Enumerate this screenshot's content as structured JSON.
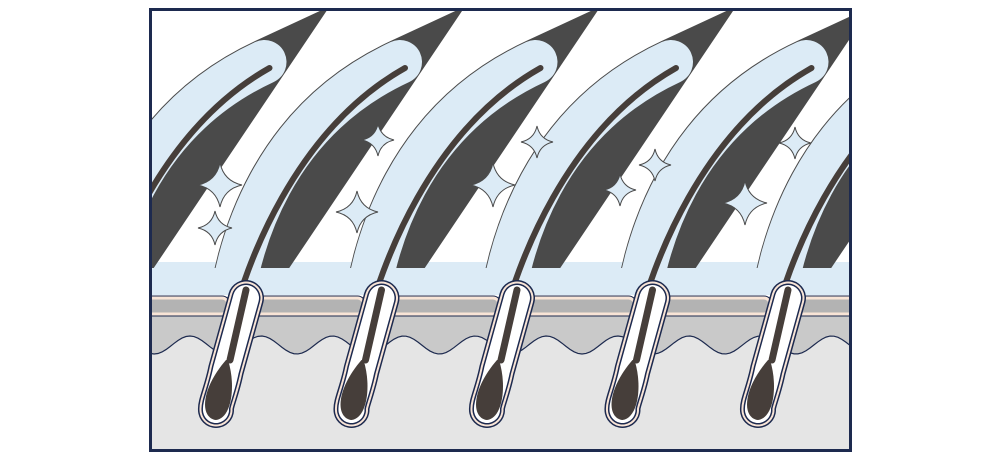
{
  "illustration": {
    "subject": "hair-follicles-cross-section",
    "follicle_count": 5,
    "sparkle_count": 10
  },
  "colors": {
    "frame": "#1d2a4f",
    "sky": "#dcebf6",
    "sky_outline": "#4a4a4a",
    "band_dark": "#b3b3b3",
    "band_mid": "#c9c9c9",
    "dermis": "#e5e5e5",
    "hair": "#463e3a",
    "sheath": "#f8e4d6",
    "line": "#1d2a4f"
  }
}
